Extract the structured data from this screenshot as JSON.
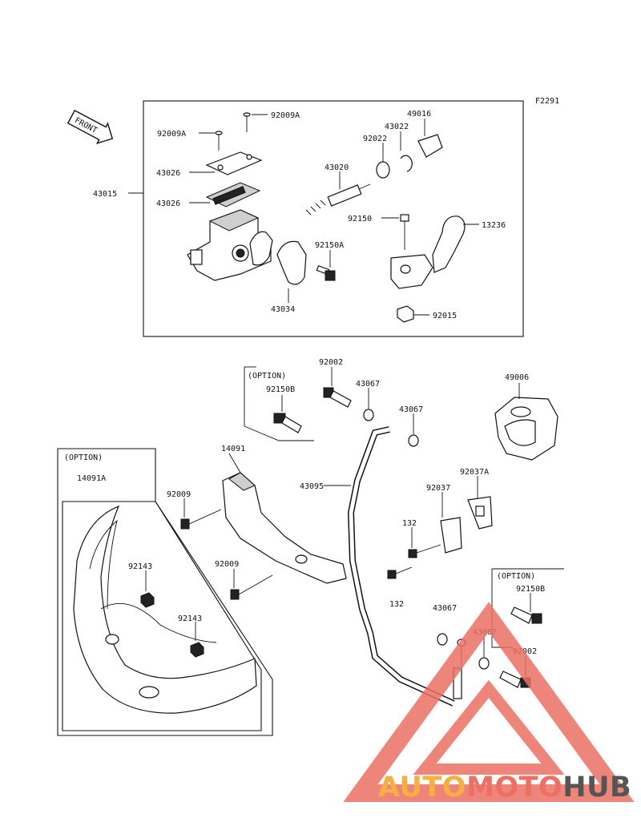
{
  "figure_code": "F2291",
  "front_arrow": "FRONT",
  "option_word": "(OPTION)",
  "watermark": {
    "part1": "AUTO",
    "part2": "MOTO",
    "part3": "HUB",
    "color1": "#f5b041",
    "color2": "#ec7063",
    "color3": "#555555"
  },
  "parts": {
    "p92009A_a": "92009A",
    "p92009A_b": "92009A",
    "p43026_a": "43026",
    "p43026_b": "43026",
    "p43015": "43015",
    "p43020": "43020",
    "p92022": "92022",
    "p43022": "43022",
    "p49016": "49016",
    "p92150": "92150",
    "p13236": "13236",
    "p92150A": "92150A",
    "p43034": "43034",
    "p92015": "92015",
    "p92002_a": "92002",
    "p92150B_a": "92150B",
    "p43067_a": "43067",
    "p43067_b": "43067",
    "p49006": "49006",
    "p14091": "14091",
    "p14091A": "14091A",
    "p92009_a": "92009",
    "p92009_b": "92009",
    "p43095": "43095",
    "p92037A": "92037A",
    "p92037": "92037",
    "p132_a": "132",
    "p132_b": "132",
    "p92143_a": "92143",
    "p92143_b": "92143",
    "p43067_c": "43067",
    "p43067_d": "43067",
    "p92150B_b": "92150B",
    "p92002_b": "92002"
  }
}
